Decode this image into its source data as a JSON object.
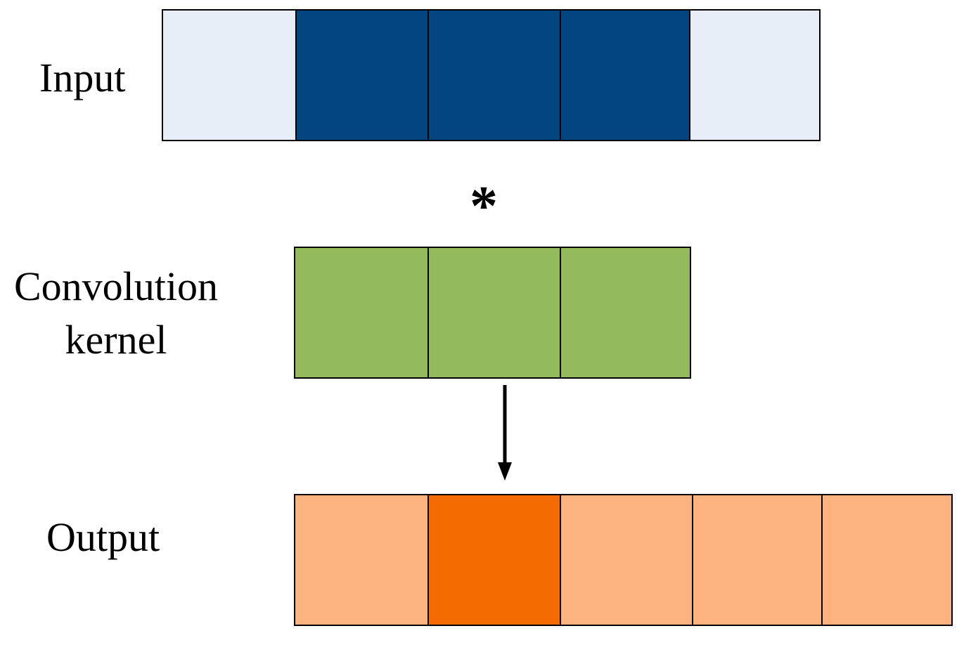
{
  "labels": {
    "input": "Input",
    "kernel_line1": "Convolution",
    "kernel_line2": "kernel",
    "output": "Output",
    "operator": "*"
  },
  "rows": {
    "input": [
      "#e7eef8",
      "#03467f",
      "#03467f",
      "#03467f",
      "#e7eef8"
    ],
    "kernel": [
      "#93bb5c",
      "#93bb5c",
      "#93bb5c"
    ],
    "output": [
      "#fcb37f",
      "#f46c00",
      "#fcb37f",
      "#fcb37f",
      "#fcb37f"
    ]
  },
  "colors": {
    "border": "#000000",
    "arrow": "#000000"
  }
}
